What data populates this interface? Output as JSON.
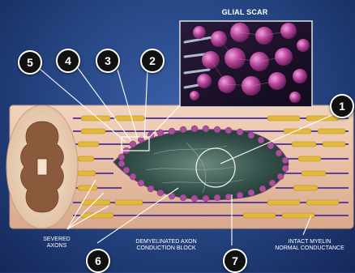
{
  "inset": {
    "title": "GLIAL SCAR"
  },
  "callouts": [
    {
      "label": "5"
    },
    {
      "label": "4"
    },
    {
      "label": "3"
    },
    {
      "label": "2"
    },
    {
      "label": "1"
    },
    {
      "label": "6"
    },
    {
      "label": "7"
    }
  ],
  "captions": {
    "severed": [
      "SEVERED",
      "AXONS"
    ],
    "demyelinated": [
      "DEMYELINATED AXON",
      "CONDUCTION BLOCK"
    ],
    "intact": [
      "INTACT MYELIN",
      "NORMAL CONDUCTANCE"
    ]
  },
  "colors": {
    "background": "#24437f",
    "myelin": "#e2b93a",
    "axon": "#5b3f9c",
    "lesion": "#2f4a44",
    "glial_cell": "#b04a9c"
  }
}
